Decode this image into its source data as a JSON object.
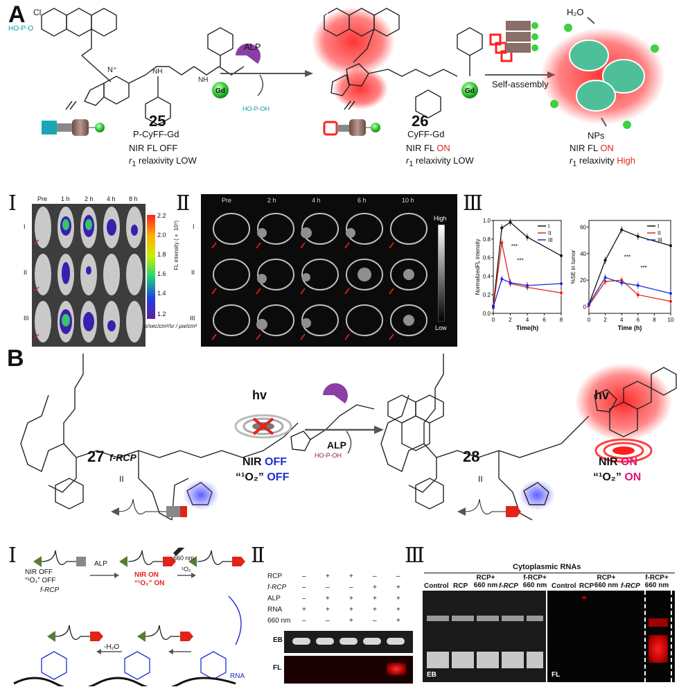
{
  "panelA": {
    "letter": "A",
    "compound25": {
      "number": "25",
      "name": "P-CyFF-Gd",
      "nir": "NIR FL OFF",
      "relax": "relaxivity LOW"
    },
    "compound26": {
      "number": "26",
      "name": "CyFF-Gd",
      "nir_prefix": "NIR FL ",
      "nir_state": "ON",
      "relax": "relaxivity LOW"
    },
    "nps": {
      "label": "NPs",
      "nir_prefix": "NIR FL ",
      "nir_state": "ON",
      "relax_prefix": "relaxivity ",
      "relax_state": "High"
    },
    "enzyme": "ALP",
    "self_assembly": "Self-assembly",
    "water": "H₂O",
    "gd": "Gd",
    "r1": "r",
    "r1_sub": "1"
  },
  "panelA_I": {
    "numeral": "Ⅰ",
    "times": [
      "Pre",
      "1 h",
      "2 h",
      "4 h",
      "8 h"
    ],
    "rows": [
      "I",
      "II",
      "III"
    ],
    "colorbar_ticks": [
      "2.2",
      "2.0",
      "1.8",
      "1.6",
      "1.4",
      "1.2"
    ],
    "colorbar_title": "FL intensity (× 10⁹)",
    "units": "p/sec/cm²/sr / μw/cm²"
  },
  "panelA_II": {
    "numeral": "Ⅱ",
    "times": [
      "Pre",
      "2 h",
      "4 h",
      "6 h",
      "10 h"
    ],
    "rows": [
      "I",
      "II",
      "III"
    ],
    "scale_high": "High",
    "scale_low": "Low"
  },
  "panelA_III": {
    "numeral": "Ⅲ",
    "legend": [
      "I",
      "II",
      "III"
    ],
    "colors": {
      "I": "#111111",
      "II": "#e2231a",
      "III": "#1b2bd6"
    },
    "significance": "***"
  },
  "chart_data": [
    {
      "type": "line",
      "xlabel": "Time(h)",
      "ylabel": "NormalizedFL intensity",
      "xticks": [
        0,
        2,
        4,
        6,
        8
      ],
      "yticks": [
        "0.0",
        "0.2",
        "0.4",
        "0.6",
        "0.8",
        "1.0"
      ],
      "xlim": [
        0,
        8
      ],
      "ylim": [
        0,
        1.0
      ],
      "x": [
        0,
        1,
        2,
        4,
        8
      ],
      "series": [
        {
          "name": "I",
          "values": [
            0.08,
            0.92,
            0.98,
            0.82,
            0.62
          ]
        },
        {
          "name": "II",
          "values": [
            0.06,
            0.76,
            0.32,
            0.28,
            0.22
          ]
        },
        {
          "name": "III",
          "values": [
            0.07,
            0.37,
            0.33,
            0.3,
            0.32
          ]
        }
      ]
    },
    {
      "type": "line",
      "xlabel": "Time (h)",
      "ylabel": "%SE in tumor",
      "xticks": [
        0,
        2,
        4,
        6,
        8,
        10
      ],
      "yticks": [
        "0",
        "20",
        "40",
        "60"
      ],
      "xlim": [
        0,
        10
      ],
      "ylim": [
        -5,
        65
      ],
      "x": [
        0,
        2,
        4,
        6,
        10
      ],
      "series": [
        {
          "name": "I",
          "values": [
            2,
            35,
            58,
            53,
            46
          ]
        },
        {
          "name": "II",
          "values": [
            1,
            19,
            20,
            9,
            4
          ]
        },
        {
          "name": "III",
          "values": [
            2,
            22,
            18,
            16,
            10
          ]
        }
      ]
    }
  ],
  "panelB": {
    "letter": "B",
    "compound27": {
      "number": "27",
      "name": "f-RCP",
      "nir": "NIR",
      "nir_state": "OFF",
      "o2": "“¹O₂”",
      "o2_state": "OFF"
    },
    "compound28": {
      "number": "28",
      "nir": "NIR",
      "nir_state": "ON",
      "o2": "“¹O₂”",
      "o2_state": "ON"
    },
    "enzyme": "ALP",
    "hv": "hv",
    "roman": "II"
  },
  "panelB_I": {
    "numeral": "Ⅰ",
    "nir_off": "NIR OFF",
    "o2_off": "“¹O₂” OFF",
    "nir_on": "NIR ON",
    "o2_on": "“¹O₂” ON",
    "frcp": "f-RCP",
    "alp": "ALP",
    "light": "660 nm",
    "singlet": "¹O₂",
    "water": "-H₂O",
    "rna": "RNA"
  },
  "panelB_II": {
    "numeral": "Ⅱ",
    "rows": [
      {
        "label": "RCP",
        "marks": [
          "–",
          "+",
          "+",
          "–",
          "–"
        ]
      },
      {
        "label": "f-RCP",
        "marks": [
          "–",
          "–",
          "–",
          "+",
          "+"
        ]
      },
      {
        "label": "ALP",
        "marks": [
          "–",
          "+",
          "+",
          "+",
          "+"
        ]
      },
      {
        "label": "RNA",
        "marks": [
          "+",
          "+",
          "+",
          "+",
          "+"
        ]
      },
      {
        "label": "660 nm",
        "marks": [
          "–",
          "–",
          "+",
          "–",
          "+"
        ]
      }
    ],
    "eb": "EB",
    "fl": "FL"
  },
  "panelB_III": {
    "numeral": "Ⅲ",
    "title": "Cytoplasmic RNAs",
    "columns": [
      "Control",
      "RCP",
      "RCP+ 660 nm",
      "f-RCP",
      "f-RCP+ 660 nm"
    ],
    "eb": "EB",
    "fl": "FL"
  }
}
